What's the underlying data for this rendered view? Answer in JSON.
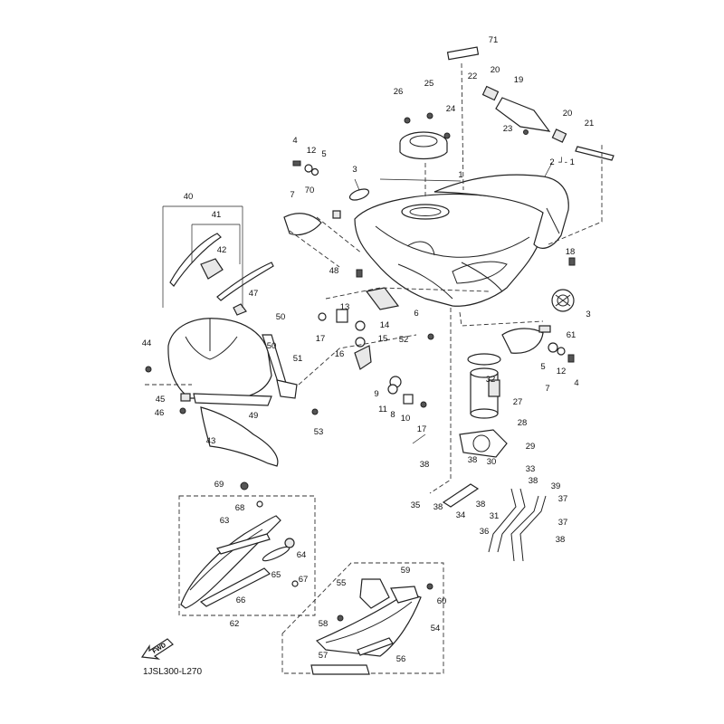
{
  "diagram": {
    "drawing_code": "1JSL300-L270",
    "fwd_label": "FWD",
    "callouts": [
      "1",
      "2",
      "3",
      "3",
      "4",
      "4",
      "5",
      "5",
      "6",
      "7",
      "7",
      "8",
      "9",
      "10",
      "11",
      "12",
      "12",
      "13",
      "14",
      "15",
      "16",
      "17",
      "17",
      "18",
      "19",
      "20",
      "20",
      "21",
      "22",
      "23",
      "24",
      "25",
      "26",
      "27",
      "28",
      "29",
      "30",
      "31",
      "32",
      "33",
      "34",
      "35",
      "36",
      "37",
      "37",
      "38",
      "38",
      "38",
      "38",
      "38",
      "38",
      "39",
      "40",
      "41",
      "42",
      "43",
      "44",
      "45",
      "46",
      "47",
      "48",
      "49",
      "50",
      "50",
      "51",
      "52",
      "53",
      "54",
      "55",
      "56",
      "57",
      "58",
      "59",
      "60",
      "61",
      "62",
      "63",
      "64",
      "65",
      "66",
      "67",
      "68",
      "69",
      "70",
      "71"
    ],
    "bracket_label_2": "1"
  }
}
